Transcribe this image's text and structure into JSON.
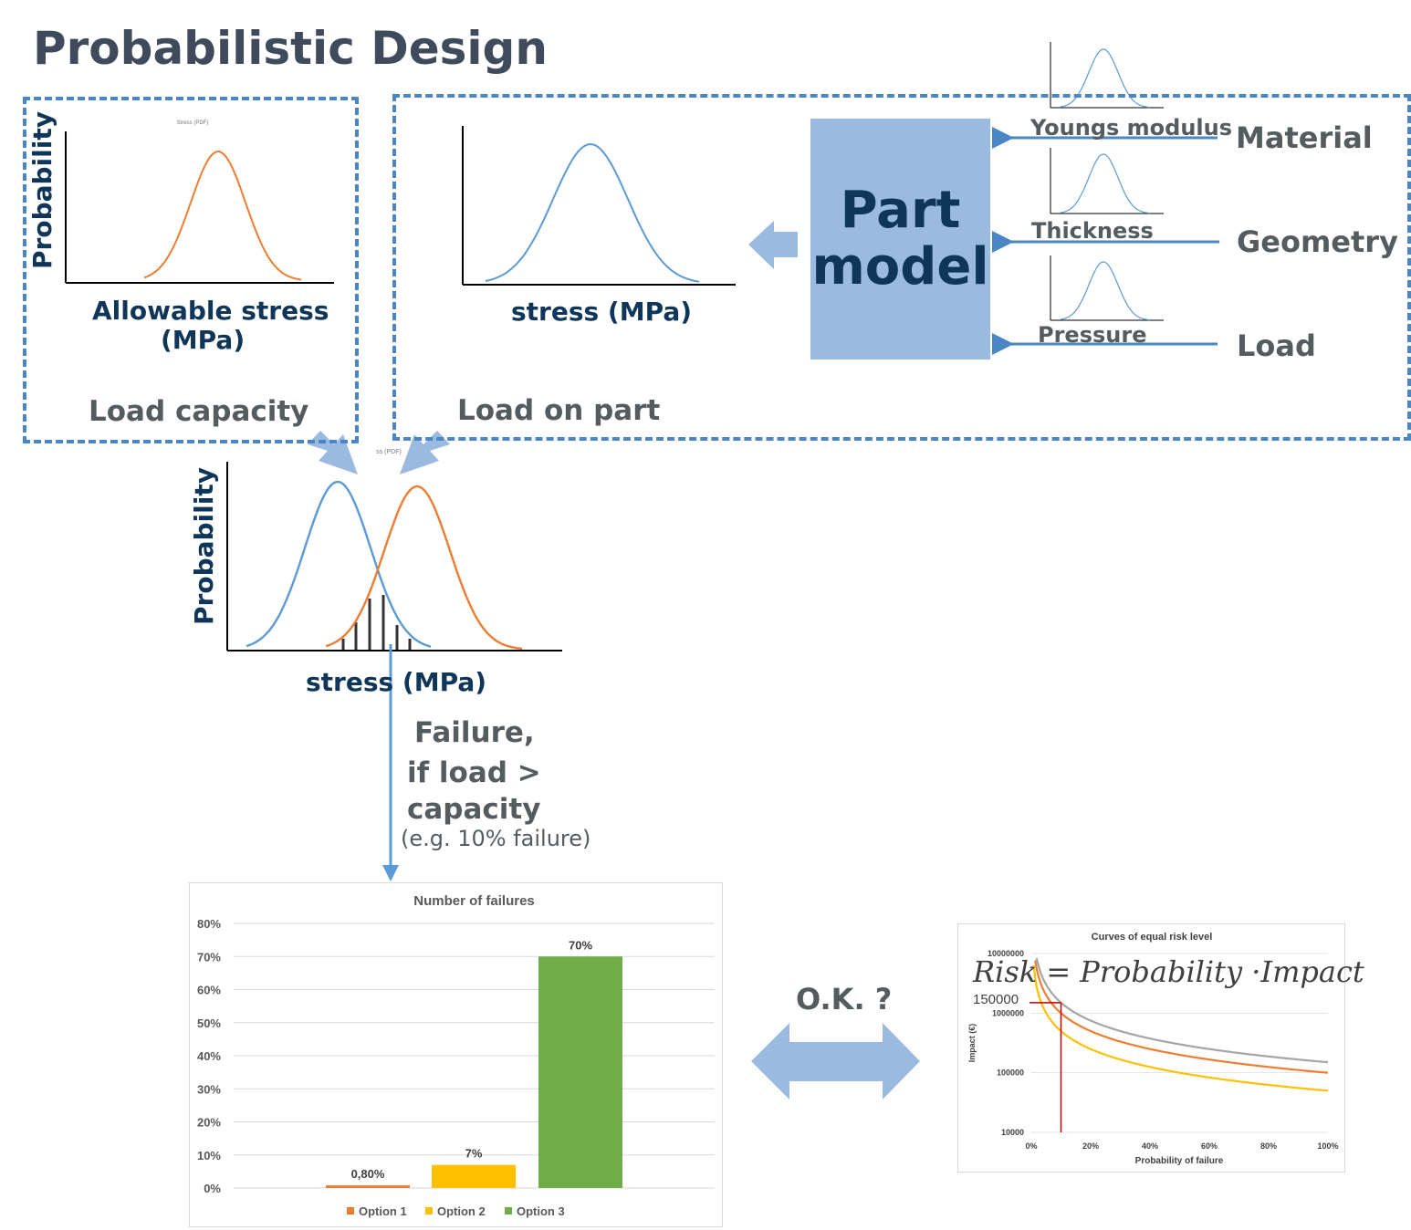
{
  "title": "Probabilistic Design",
  "load_capacity": {
    "heading": "Load capacity",
    "ylabel": "Probability",
    "xlabel_line1": "Allowable stress",
    "xlabel_line2": "(MPa)",
    "mini_title": "Stress (PDF)"
  },
  "load_on_part": {
    "heading": "Load on part",
    "xlabel": "stress (MPa)"
  },
  "part_model": {
    "line1": "Part",
    "line2": "model"
  },
  "inputs": [
    {
      "parameter": "Youngs modulus",
      "category": "Material"
    },
    {
      "parameter": "Thickness",
      "category": "Geometry"
    },
    {
      "parameter": "Pressure",
      "category": "Load"
    }
  ],
  "overlap": {
    "ylabel": "Probability",
    "xlabel": "stress (MPa)",
    "mini_title": "ss (PDF)"
  },
  "failure_text": {
    "line1": "Failure,",
    "line2": "if load >",
    "line3": "capacity",
    "example": "(e.g. 10% failure)"
  },
  "ok_label": "O.K. ?",
  "risk_formula": "Risk = Probability  ·Impact",
  "colors": {
    "blue": "#5b9bd5",
    "orange": "#ed7d31",
    "yellow": "#ffc000",
    "green": "#70ad47",
    "grey": "#a5a5a5",
    "navy": "#0f3559",
    "dash": "#4a86c5",
    "arrow": "#9bbae0"
  },
  "chart_data": [
    {
      "type": "bar",
      "title": "Number of failures",
      "categories": [
        "Option 1",
        "Option 2",
        "Option 3"
      ],
      "values": [
        0.8,
        7,
        70
      ],
      "data_labels": [
        "0,80%",
        "7%",
        "70%"
      ],
      "colors": [
        "#ed7d31",
        "#ffc000",
        "#70ad47"
      ],
      "ylim": [
        0,
        80
      ],
      "yticks": [
        "0%",
        "10%",
        "20%",
        "30%",
        "40%",
        "50%",
        "60%",
        "70%",
        "80%"
      ],
      "legend": [
        "Option 1",
        "Option 2",
        "Option 3"
      ],
      "legend_position": "bottom",
      "grid": true
    },
    {
      "type": "line",
      "title": "Curves of equal risk level",
      "xlabel": "Probability of failure",
      "ylabel": "Impact (€)",
      "y_scale": "log",
      "ylim": [
        10000,
        10000000
      ],
      "xlim": [
        0,
        100
      ],
      "xticks": [
        "0%",
        "20%",
        "40%",
        "60%",
        "80%",
        "100%"
      ],
      "yticks": [
        "10000",
        "100000",
        "1000000",
        "10000000"
      ],
      "series": [
        {
          "risk": 50000,
          "color": "#ffc000"
        },
        {
          "risk": 100000,
          "color": "#ed7d31"
        },
        {
          "risk": 150000,
          "color": "#a5a5a5"
        }
      ],
      "marker": {
        "x": 10,
        "y": 1500000,
        "label": "150000",
        "color": "#c00000"
      }
    }
  ]
}
